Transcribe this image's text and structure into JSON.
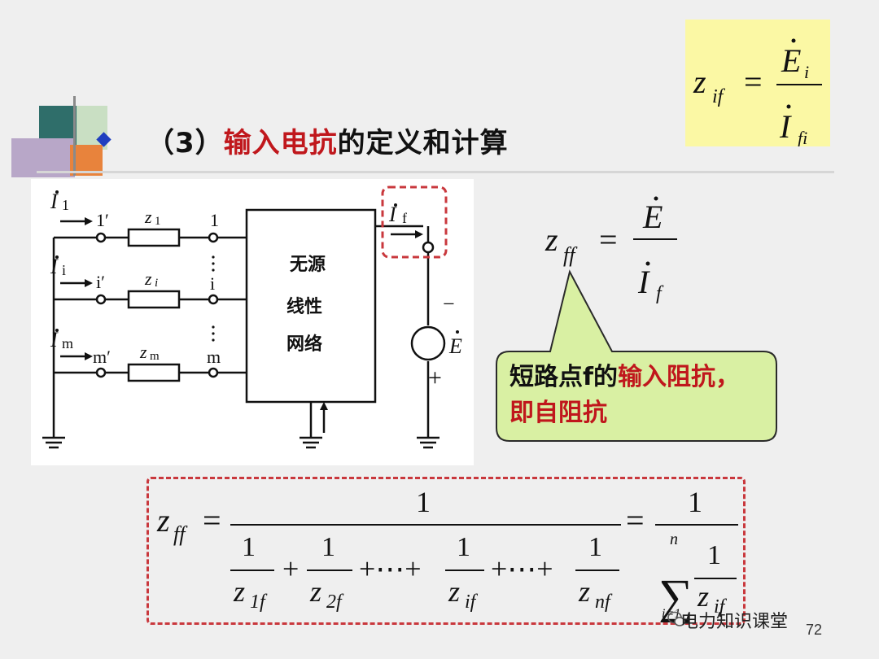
{
  "title": {
    "prefix": "（3）",
    "highlight": "输入电抗",
    "suffix": "的定义和计算"
  },
  "eq_top": {
    "lhs": "z",
    "lhs_sub": "if",
    "num": "E",
    "num_sub": "i",
    "den": "I",
    "den_sub": "fi"
  },
  "eq_mid": {
    "lhs": "z",
    "lhs_sub": "ff",
    "num": "E",
    "den": "I",
    "den_sub": "f"
  },
  "callout": {
    "line1_dark": "短路点f的",
    "line1_red": "输入阻抗，",
    "line2_red": "即自阻抗"
  },
  "circuit": {
    "network_line1": "无源",
    "network_line2": "线性",
    "network_line3": "网络",
    "i1": "I",
    "i1_sub": "1",
    "ii": "I",
    "ii_sub": "i",
    "im": "I",
    "im_sub": "m",
    "if_": "I",
    "if_sub": "f",
    "node1p": "1′",
    "nodeip": "i′",
    "nodemp": "m′",
    "node1": "1",
    "nodei": "i",
    "nodem": "m",
    "z1": "z",
    "z1_sub": "1",
    "zi": "z",
    "zi_sub": "i",
    "zm": "z",
    "zm_sub": "m",
    "minus": "−",
    "plus": "+",
    "source": "E"
  },
  "formula": {
    "lhs": "z",
    "lhs_sub": "ff",
    "eq": "=",
    "one": "1",
    "t1_sub": "1f",
    "t2_sub": "2f",
    "ti_sub": "if",
    "tn_sub": "nf",
    "plus": "+",
    "dots": "+⋯+",
    "sum_top": "n",
    "sum_bot": "i=1",
    "sum": "∑",
    "z": "z",
    "zsum_sub": "if"
  },
  "watermark": "电力知识课堂",
  "page_number": "72",
  "colors": {
    "highlight": "#c0171c",
    "callout_fill": "#d9f0a3",
    "eq_fill": "#fbf8a4",
    "dash": "#c9383d"
  }
}
